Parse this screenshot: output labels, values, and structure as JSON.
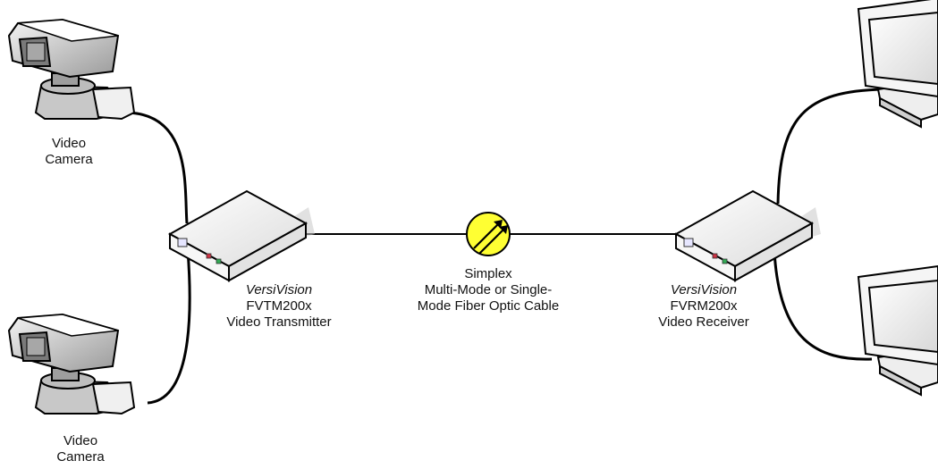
{
  "cameras": [
    {
      "line1": "Video",
      "line2": "Camera",
      "icon": "security-camera-icon"
    },
    {
      "line1": "Video",
      "line2": "Camera",
      "icon": "security-camera-icon"
    }
  ],
  "transmitter": {
    "brand": "VersiVision",
    "model": "FVTM200x",
    "role": "Video Transmitter",
    "icon": "transmitter-box-icon"
  },
  "receiver": {
    "brand": "VersiVision",
    "model": "FVRM200x",
    "role": "Video Receiver",
    "icon": "receiver-box-icon"
  },
  "cable": {
    "line1": "Simplex",
    "line2": "Multi-Mode or Single-",
    "line3": "Mode Fiber Optic Cable",
    "icon": "fiber-optic-icon",
    "icon_color": "#ffff33"
  },
  "monitors": [
    {
      "icon": "monitor-icon"
    },
    {
      "icon": "monitor-icon"
    }
  ]
}
